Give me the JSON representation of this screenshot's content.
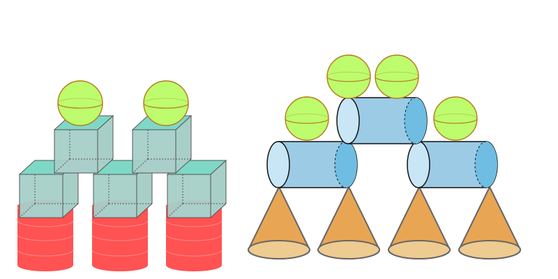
{
  "colors": {
    "cube_face": "#a7cfc8",
    "cube_top": "#7fd8c6",
    "cube_bottom": "#ddbbd8",
    "cube_edge": "#555555",
    "ball_fill": "#bdfc6c",
    "ball_stroke": "#b8781e",
    "drum_fill": "#ff5252",
    "drum_line": "#ff8080",
    "cylinder_body": "#9ccbe6",
    "cylinder_end_near": "#c9e6f6",
    "cylinder_end_far": "#6fbde2",
    "cone_fill": "#e8a655",
    "cone_base": "#eecb90",
    "cone_stroke": "#666666"
  },
  "left_stack": {
    "drums": 3,
    "cubes": 5,
    "balls": 2
  },
  "right_stack": {
    "cones": 4,
    "cylinders": 3,
    "balls": 4
  }
}
